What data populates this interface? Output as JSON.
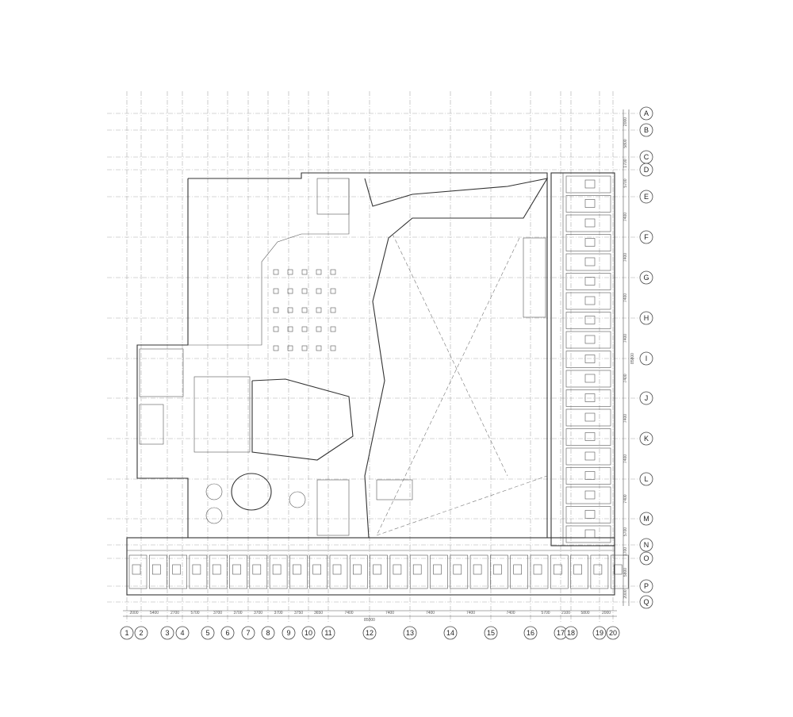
{
  "columns": {
    "labels": [
      "1",
      "2",
      "3",
      "4",
      "5",
      "6",
      "7",
      "8",
      "9",
      "10",
      "11",
      "12",
      "13",
      "14",
      "15",
      "16",
      "17",
      "18",
      "19",
      "20"
    ],
    "spacings": [
      "2000",
      "5400",
      "2700",
      "5700",
      "3700",
      "3700",
      "3700",
      "3700",
      "3750",
      "3650",
      "7400",
      "7400",
      "7400",
      "7400",
      "7400",
      "5700",
      "2100",
      "5800",
      "2000"
    ],
    "total": "85000"
  },
  "rows": {
    "labels": [
      "A",
      "B",
      "C",
      "D",
      "E",
      "F",
      "G",
      "H",
      "I",
      "J",
      "K",
      "L",
      "M",
      "N",
      "O",
      "P",
      "Q"
    ],
    "spacings": [
      "2000",
      "5800",
      "1700",
      "5700",
      "7400",
      "7400",
      "7400",
      "7400",
      "7400",
      "7400",
      "7400",
      "7400",
      "5700",
      "1700",
      "5800",
      "2000"
    ],
    "total": "85800"
  },
  "colors": {
    "line": "#333333",
    "grid": "#aaaaaa",
    "background": "#ffffff"
  }
}
